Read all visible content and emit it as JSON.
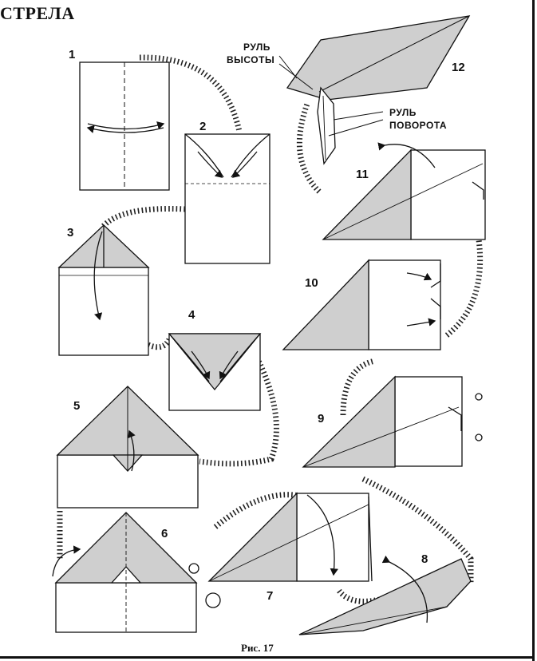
{
  "title": "СТРЕЛА",
  "caption": "Рис. 17",
  "labels": {
    "elevator": [
      "РУЛЬ",
      "ВЫСОТЫ"
    ],
    "rudder": [
      "РУЛЬ",
      "ПОВОРОТА"
    ]
  },
  "steps": [
    "1",
    "2",
    "3",
    "4",
    "5",
    "6",
    "7",
    "8",
    "9",
    "10",
    "11",
    "12"
  ],
  "colors": {
    "fill": "#cfcfcf",
    "ink": "#111111",
    "paper": "#ffffff"
  }
}
